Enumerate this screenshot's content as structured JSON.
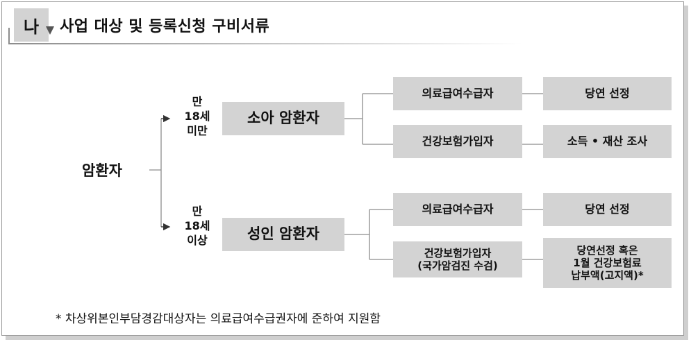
{
  "header": {
    "badge": "나",
    "title": "사업 대상 및 등록신청 구비서류"
  },
  "diagram": {
    "root": "암환자",
    "branches": [
      {
        "age_lines": [
          "만",
          "18세",
          "미만"
        ],
        "label": "소아 암환자",
        "children": [
          {
            "type": "의료급여수급자",
            "result": "당연 선정"
          },
          {
            "type": "건강보험가입자",
            "result": "소득 • 재산 조사"
          }
        ]
      },
      {
        "age_lines": [
          "만",
          "18세",
          "이상"
        ],
        "label": "성인 암환자",
        "children": [
          {
            "type": "의료급여수급자",
            "result": "당연 선정"
          },
          {
            "type_lines": [
              "건강보험가입자",
              "(국가암검진 수검)"
            ],
            "result_lines": [
              "당연선정 혹은",
              "1월 건강보험료",
              "납부액(고지액)*"
            ]
          }
        ]
      }
    ]
  },
  "footnote": "*  차상위본인부담경감대상자는  의료급여수급권자에  준하여  지원함",
  "colors": {
    "box_fill": "#d3d3d3",
    "line": "#8c8c8c",
    "text": "#111111"
  }
}
